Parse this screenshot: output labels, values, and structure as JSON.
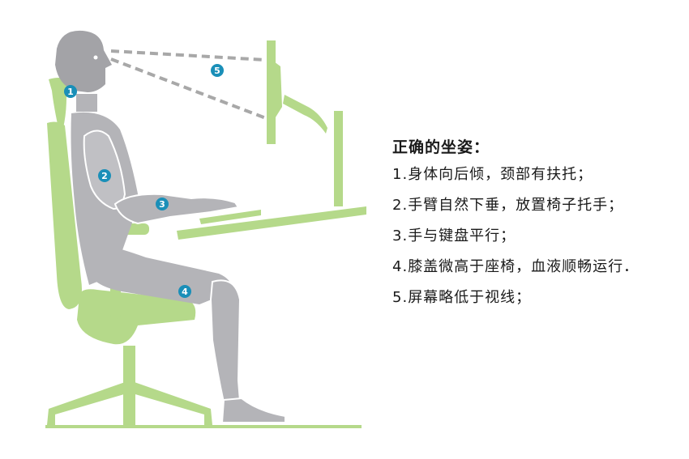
{
  "title": "正确的坐姿：",
  "items": [
    {
      "num": "1.",
      "text": "身体向后倾，颈部有扶托；"
    },
    {
      "num": "2.",
      "text": "手臂自然下垂，放置椅子托手；"
    },
    {
      "num": "3.",
      "text": "手与键盘平行；"
    },
    {
      "num": "4.",
      "text": "膝盖微高于座椅，血液顺畅运行．"
    },
    {
      "num": "5.",
      "text": "屏幕略低于视线；"
    }
  ],
  "markers": [
    "1",
    "2",
    "3",
    "4",
    "5"
  ],
  "colors": {
    "chair_green": "#b5d98a",
    "body_gray": "#b4b4b8",
    "head_gray": "#a3a3a7",
    "marker_blue": "#1a8fb8",
    "sightline_gray": "#a8a8a8"
  }
}
